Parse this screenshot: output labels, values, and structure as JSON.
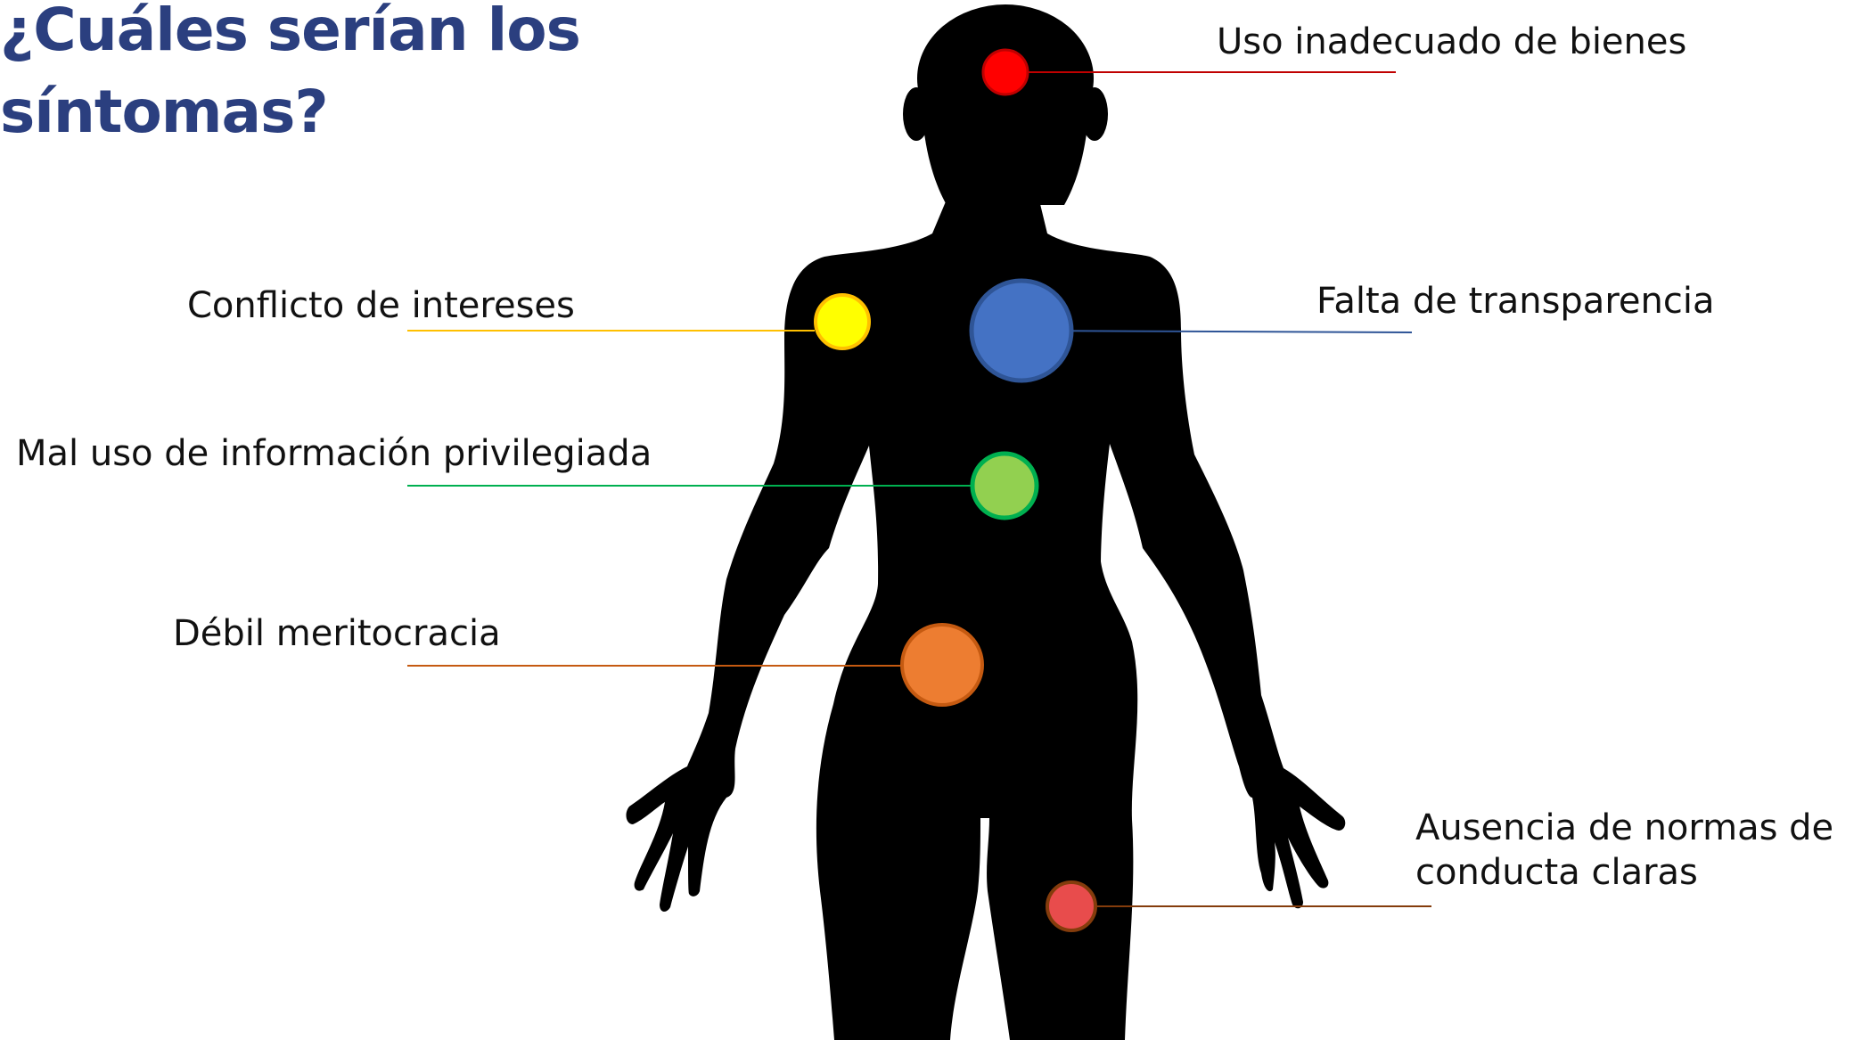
{
  "title": {
    "line1": "¿Cuáles serían los",
    "line2": "síntomas?"
  },
  "symptoms": [
    {
      "text": "Uso inadecuado de bienes",
      "color": "#ff0000",
      "line_color": "#c00000"
    },
    {
      "text": "Conflicto de intereses",
      "color": "#ffff00",
      "line_color": "#ffc000"
    },
    {
      "text": "Falta de transparencia",
      "color": "#4472c4",
      "line_color": "#2f5597"
    },
    {
      "text": "Mal uso de información privilegiada",
      "color": "#92d050",
      "line_color": "#00b050"
    },
    {
      "text": "Débil meritocracia",
      "color": "#ed7d31",
      "line_color": "#c55a11"
    },
    {
      "line1": "Ausencia de normas de",
      "line2": "conducta claras",
      "color": "#e84c4c",
      "line_color": "#843c0c"
    }
  ],
  "colors": {
    "title": "#2b3f7f",
    "silhouette": "#000000",
    "background": "#ffffff"
  }
}
